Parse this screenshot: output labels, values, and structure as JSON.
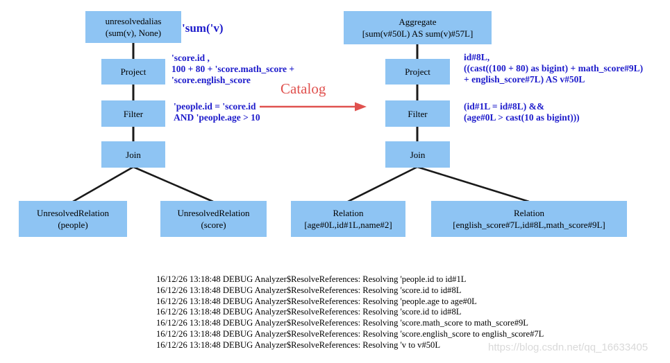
{
  "colors": {
    "node_fill": "#8ec4f3",
    "annotation_blue": "#1d1bcb",
    "arrow_red": "#e0514e",
    "connector_black": "#1a1a1a",
    "watermark_gray": "#d9d9d9"
  },
  "left_tree": {
    "root": {
      "line1": "unresolvedalias",
      "line2": "(sum(v), None)"
    },
    "project": "Project",
    "filter": "Filter",
    "join": "Join",
    "leaf1": {
      "line1": "UnresolvedRelation",
      "line2": "(people)"
    },
    "leaf2": {
      "line1": "UnresolvedRelation",
      "line2": "(score)"
    },
    "root_annotation": "'sum('v)",
    "project_annotation": [
      "'score.id ,",
      "100 + 80 + 'score.math_score +",
      "'score.english_score"
    ],
    "filter_annotation": [
      "'people.id = 'score.id",
      "AND 'people.age > 10"
    ]
  },
  "transform_arrow": {
    "label": "Catalog"
  },
  "right_tree": {
    "root": {
      "line1": "Aggregate",
      "line2": "[sum(v#50L) AS sum(v)#57L]"
    },
    "project": "Project",
    "filter": "Filter",
    "join": "Join",
    "leaf1": {
      "line1": "Relation",
      "line2": "[age#0L,id#1L,name#2]"
    },
    "leaf2": {
      "line1": "Relation",
      "line2": "[english_score#7L,id#8L,math_score#9L]"
    },
    "project_annotation": [
      "id#8L,",
      "((cast((100 + 80) as bigint) + math_score#9L)",
      "+ english_score#7L) AS v#50L"
    ],
    "filter_annotation": [
      "(id#1L = id#8L) &&",
      "(age#0L > cast(10 as bigint)))"
    ]
  },
  "log": {
    "lines": [
      "16/12/26 13:18:48 DEBUG Analyzer$ResolveReferences: Resolving 'people.id to id#1L",
      "16/12/26 13:18:48 DEBUG Analyzer$ResolveReferences: Resolving 'score.id to id#8L",
      "16/12/26 13:18:48 DEBUG Analyzer$ResolveReferences: Resolving 'people.age to age#0L",
      "16/12/26 13:18:48 DEBUG Analyzer$ResolveReferences: Resolving 'score.id to id#8L",
      "16/12/26 13:18:48 DEBUG Analyzer$ResolveReferences: Resolving 'score.math_score to math_score#9L",
      "16/12/26 13:18:48 DEBUG Analyzer$ResolveReferences: Resolving 'score.english_score to english_score#7L",
      "16/12/26 13:18:48 DEBUG Analyzer$ResolveReferences: Resolving 'v to v#50L"
    ]
  },
  "watermark": "https://blog.csdn.net/qq_16633405"
}
